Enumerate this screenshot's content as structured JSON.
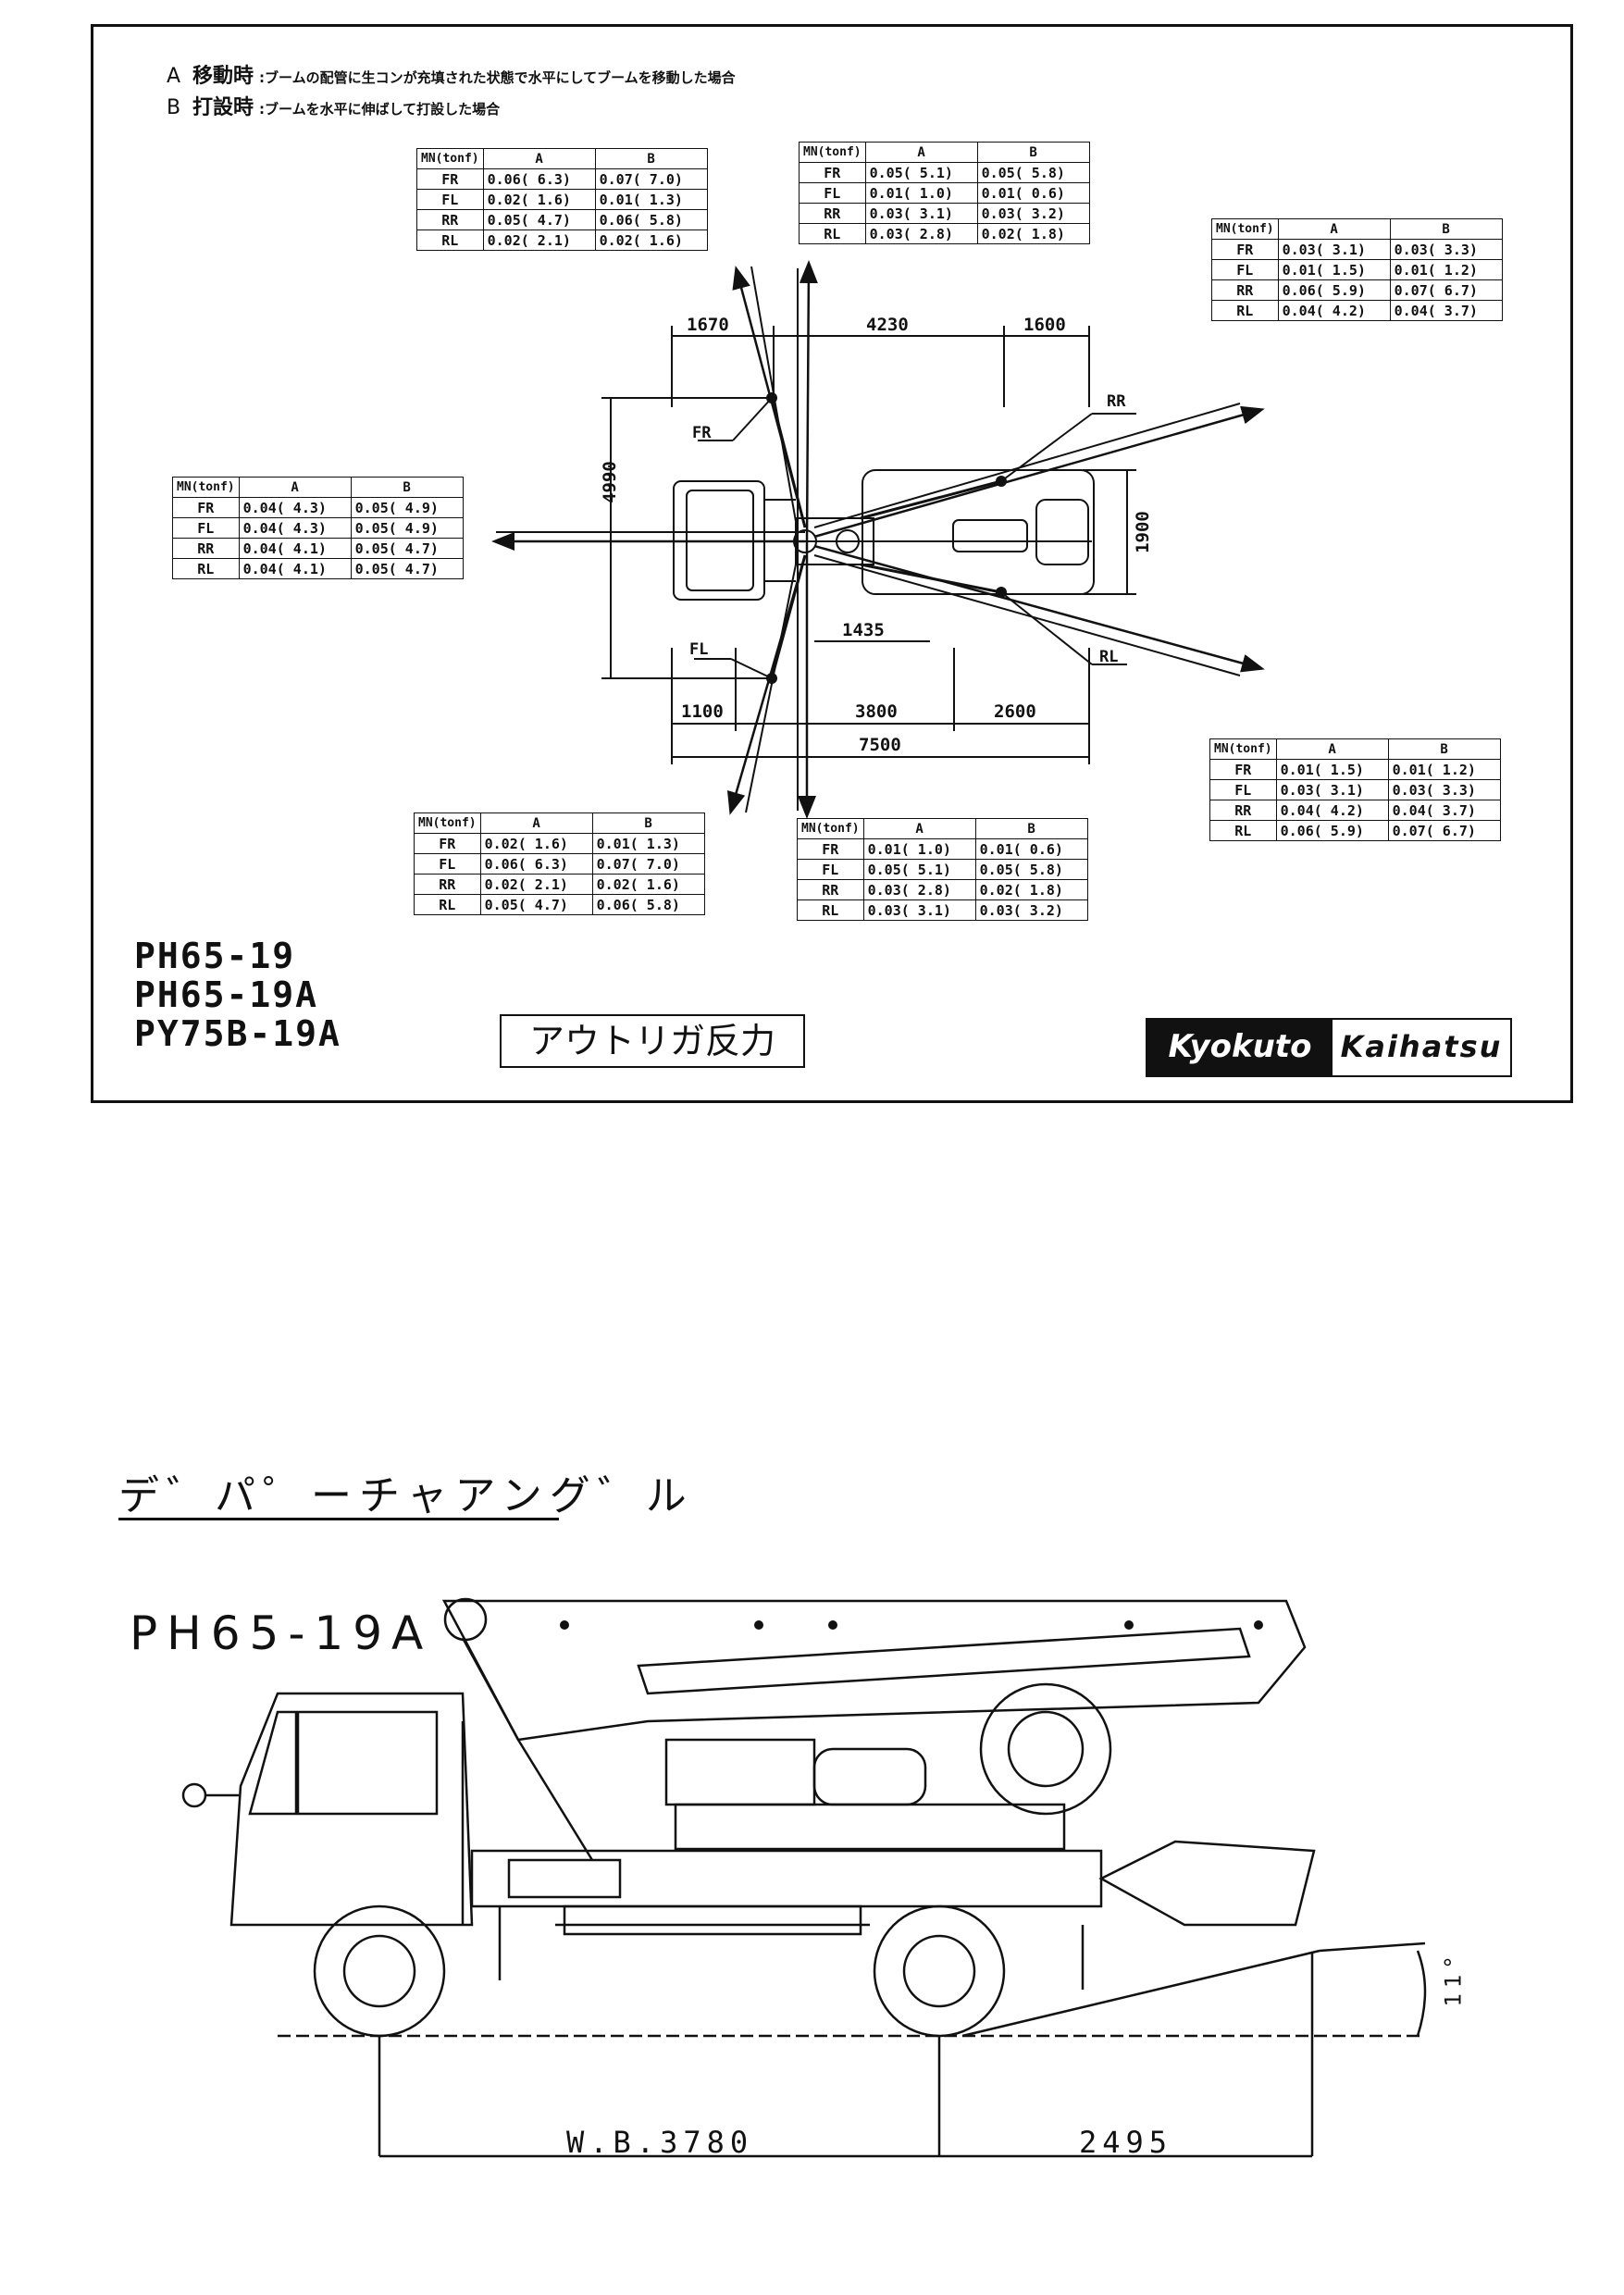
{
  "notes": [
    {
      "key": "A",
      "word": "移動時",
      "desc": ":ブームの配管に生コンが充填された状態で水平にしてブームを移動した場合"
    },
    {
      "key": "B",
      "word": "打設時",
      "desc": ":ブームを水平に伸ばして打設した場合"
    }
  ],
  "table_header": {
    "corner": "MN(tonf)",
    "col_a": "A",
    "col_b": "B"
  },
  "reaction_tables": [
    {
      "id": "front-right-upper",
      "rows": [
        {
          "pos": "FR",
          "a": "0.06( 6.3)",
          "b": "0.07( 7.0)"
        },
        {
          "pos": "FL",
          "a": "0.02( 1.6)",
          "b": "0.01( 1.3)"
        },
        {
          "pos": "RR",
          "a": "0.05( 4.7)",
          "b": "0.06( 5.8)"
        },
        {
          "pos": "RL",
          "a": "0.02( 2.1)",
          "b": "0.02( 1.6)"
        }
      ]
    },
    {
      "id": "right-upper",
      "rows": [
        {
          "pos": "FR",
          "a": "0.05( 5.1)",
          "b": "0.05( 5.8)"
        },
        {
          "pos": "FL",
          "a": "0.01( 1.0)",
          "b": "0.01( 0.6)"
        },
        {
          "pos": "RR",
          "a": "0.03( 3.1)",
          "b": "0.03( 3.2)"
        },
        {
          "pos": "RL",
          "a": "0.03( 2.8)",
          "b": "0.02( 1.8)"
        }
      ]
    },
    {
      "id": "rear-right",
      "rows": [
        {
          "pos": "FR",
          "a": "0.03( 3.1)",
          "b": "0.03( 3.3)"
        },
        {
          "pos": "FL",
          "a": "0.01( 1.5)",
          "b": "0.01( 1.2)"
        },
        {
          "pos": "RR",
          "a": "0.06( 5.9)",
          "b": "0.07( 6.7)"
        },
        {
          "pos": "RL",
          "a": "0.04( 4.2)",
          "b": "0.04( 3.7)"
        }
      ]
    },
    {
      "id": "front",
      "rows": [
        {
          "pos": "FR",
          "a": "0.04( 4.3)",
          "b": "0.05( 4.9)"
        },
        {
          "pos": "FL",
          "a": "0.04( 4.3)",
          "b": "0.05( 4.9)"
        },
        {
          "pos": "RR",
          "a": "0.04( 4.1)",
          "b": "0.05( 4.7)"
        },
        {
          "pos": "RL",
          "a": "0.04( 4.1)",
          "b": "0.05( 4.7)"
        }
      ]
    },
    {
      "id": "rear-left",
      "rows": [
        {
          "pos": "FR",
          "a": "0.01( 1.5)",
          "b": "0.01( 1.2)"
        },
        {
          "pos": "FL",
          "a": "0.03( 3.1)",
          "b": "0.03( 3.3)"
        },
        {
          "pos": "RR",
          "a": "0.04( 4.2)",
          "b": "0.04( 3.7)"
        },
        {
          "pos": "RL",
          "a": "0.06( 5.9)",
          "b": "0.07( 6.7)"
        }
      ]
    },
    {
      "id": "front-left-lower",
      "rows": [
        {
          "pos": "FR",
          "a": "0.02( 1.6)",
          "b": "0.01( 1.3)"
        },
        {
          "pos": "FL",
          "a": "0.06( 6.3)",
          "b": "0.07( 7.0)"
        },
        {
          "pos": "RR",
          "a": "0.02( 2.1)",
          "b": "0.02( 1.6)"
        },
        {
          "pos": "RL",
          "a": "0.05( 4.7)",
          "b": "0.06( 5.8)"
        }
      ]
    },
    {
      "id": "left-lower",
      "rows": [
        {
          "pos": "FR",
          "a": "0.01( 1.0)",
          "b": "0.01( 0.6)"
        },
        {
          "pos": "FL",
          "a": "0.05( 5.1)",
          "b": "0.05( 5.8)"
        },
        {
          "pos": "RR",
          "a": "0.03( 2.8)",
          "b": "0.02( 1.8)"
        },
        {
          "pos": "RL",
          "a": "0.03( 3.1)",
          "b": "0.03( 3.2)"
        }
      ]
    }
  ],
  "dimensions": {
    "d1670": "1670",
    "d4230": "4230",
    "d1600": "1600",
    "d4990": "4990",
    "d1900": "1900",
    "d1435": "1435",
    "d1100": "1100",
    "d3800": "3800",
    "d2600": "2600",
    "d7500": "7500"
  },
  "outrigger_labels": {
    "fr": "FR",
    "fl": "FL",
    "rr": "RR",
    "rl": "RL"
  },
  "models": [
    "PH65-19",
    "PH65-19A",
    "PY75B-19A"
  ],
  "diagram_title": "アウトリガ反力",
  "logo": {
    "part1": "Kyokuto",
    "part2": "Kaihatsu"
  },
  "departure": {
    "title": "デ゛パ゜ーチャアング゛ル",
    "model": "PH65-19A",
    "wheelbase": "W.B.3780",
    "overhang": "2495",
    "angle": "11°"
  }
}
